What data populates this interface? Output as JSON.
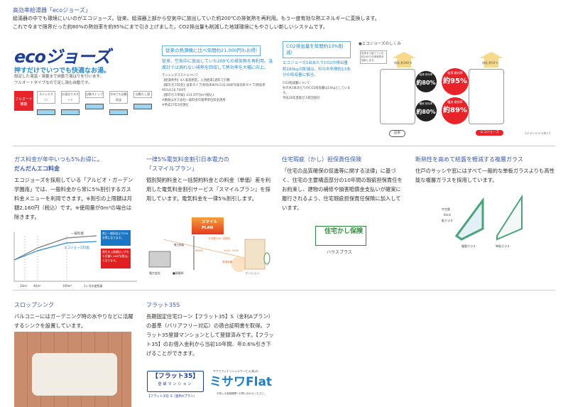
{
  "header": {
    "title": "高効率給湯器「ecoジョーズ」",
    "text1": "給湯器の中でも環境にいいのがエコジョーズ。従来、給湯器上部から空気中に放出していた約200℃の排気熱を再利用。もう一度有効な熱エネルギーに変換します。",
    "text2": "これで今まで限界だった約80%の熱効率を約95%にまで引き上げました。CO2排出量も削減した地球環境にもやさしい新しいシステムです。"
  },
  "eco": {
    "logo": "ecoジョーズ",
    "tagline": "押すだけでいつでも快適なお湯。",
    "desc1": "設定した湯温・湯量まで自動で湯はりを行います。",
    "desc2": "フルオートタイプなので足し湯も自動です。",
    "badge": "フルオート機能",
    "steps": [
      "スイッチオン!",
      "お湯はりスタート",
      "自動ストップ",
      "冷めても自動保温",
      "自動たし湯"
    ]
  },
  "savings": {
    "box": "従来の熱源機に比べ年間約21,000円もお得!",
    "lead": "従来、空気中に放出していた200℃の排気熱を再利用。温度計では測れない排熱を回収して熱効率を大幅に向上。",
    "notes": [
      "ランニングコストについて",
      "【給湯条件】4人家族想定。入浴給湯1週年で計算",
      "【都市ガス料金】従来タイプ(熱効率80%)131,680円/高効率タイプ(熱効率95%)110,700円",
      "【都市ガス単価】214.97円/m³(税込)",
      "※数値はガス会社一般料金の基準単位料金適用",
      "※平成27年2月現在"
    ]
  },
  "co2": {
    "box": "CO2排出量を年間約13%削減!",
    "lead": "エコジョーズ1台あたりCO2の排出量約180kgの削減は、杉の木年間約13本分の吸収量に相当。",
    "notes": [
      "CO2削減量について",
      "杉の木1本あたりのCO2吸収量は14kgとしています。",
      "平成26年度版ガス経営統計"
    ]
  },
  "diagram": {
    "title": "●エコジョーズのしくみ",
    "left_label": "従来",
    "right_label": "エコジョーズ",
    "note": "(イメージイラスト)",
    "exhaust_left": "排気 約200℃",
    "exhaust_right": "排気 約50℃",
    "kyuto_old": {
      "label": "給湯 熱効率",
      "value": "約80%"
    },
    "kyuto_new": {
      "label": "給湯 熱効率",
      "value": "約95%"
    },
    "danbo_old": {
      "label": "暖房 熱効率",
      "value": "約80%"
    },
    "danbo_new": {
      "label": "暖房 熱効率",
      "value": "約89%"
    },
    "callout": "従来まで捨てていた約200℃の排気熱を回収します。"
  },
  "gas": {
    "title1": "ガス料金が年中いつも5%お得に。",
    "title2": "だんだんエコ料金",
    "text": "エコジョーズを採用している「アルビオ・ガーデン学園南」では、一般料金から常に5%割引するガス料金メニューを利用できます。※割引の上限額は月額2,160円（税込）です。※使用量が0m³の場合は除きます。",
    "chart": {
      "line1": "一般料金",
      "line2": "エコジョーズ料金",
      "note_blue": "常に一般料金より5%お得になります。",
      "note_red": "割引の上限額はいずれも月額2,160円(税込)となります。",
      "ticks": [
        "10m³",
        "40m³",
        "100m³",
        "1ヶ月の使用量"
      ]
    }
  },
  "power": {
    "title1": "一律5%電気料金割引日本電力の",
    "title2": "「スマイルプラン」",
    "text": "個別契約料金と一括契約料金との料金（単価）差を利用した電気料金割引サービス『スマイルプラン』を採用しています。電気料金を一律5%割引します。",
    "logo": "スマイル PLAN",
    "labels": [
      "電力会社",
      "■発電所",
      "電力供給",
      "6600V",
      "日本電力が一括契約",
      "100V~200V",
      "受電設備",
      "マンション"
    ]
  },
  "insurance": {
    "title": "住宅瑕疵（かし）担保責任保険",
    "text": "「住宅の品質確保の促進等に関する法律」に基づく、住宅の主要構造部分の10年間の瑕疵担保責任をお約束し、建物の補修や損害賠償金支払いが確実に履行されるよう、住宅瑕疵担保責任保険に加入しています。",
    "logo": "住宅かし保険",
    "caption": "ハウスプラス"
  },
  "glass": {
    "title": "断熱性を高めて結露を軽減する複層ガラス",
    "text": "住戸のサッシや窓にはすべて一般的な単板ガラスよりも高性能な複層ガラスを採用しています。",
    "labels": [
      "中空層",
      "6mm",
      "板ガラス"
    ],
    "pair": "複層ガラス",
    "single": "単板ガラス"
  },
  "sink": {
    "title": "スロップシンク",
    "text": "バルコニーにはガーデニング時の水やりなどに活躍するシンクを設置しています。"
  },
  "flat": {
    "title": "フラット35S",
    "text": "長期固定住宅ローン【フラット35】S（金利Aプラン）の基準（バリアフリー対応）の適合証明書を取得。フラット35登録マンションとして登録済みです。【フラット35】のお借入金利から当初10年間、年0.6%引き下げることができます。",
    "logo1": "【フラット35】",
    "logo1_sub": "登録マンション",
    "logo1_note": "【フラット35】S（金利Aプラン）",
    "logo2_top": "ミサワフィナンシャルサービス(株)の",
    "logo2": "ミサワFlat",
    "logo2_sub": "お探しの金融機関へお問い合わせください。"
  },
  "colors": {
    "heading": "#3b5aa8",
    "eco_blue": "#2a8ac9",
    "red": "#e8232a"
  }
}
